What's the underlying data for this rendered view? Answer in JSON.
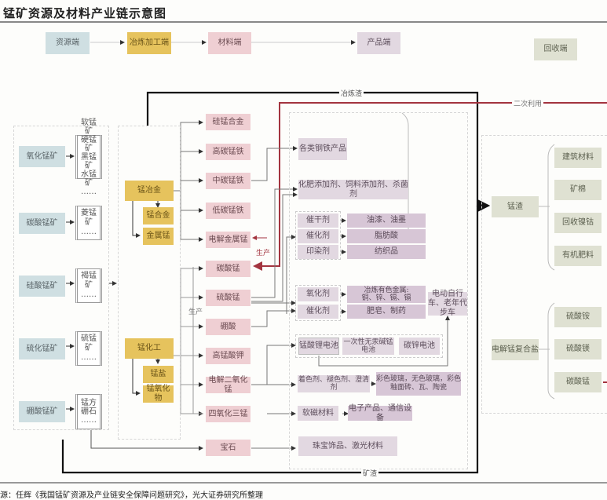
{
  "title": "锰矿资源及材料产业链示意图",
  "source": "源：任辉《我国锰矿资源及产业链安全保障问题研究》，光大证券研究所整理",
  "legend": {
    "resource": "资源端",
    "smelting": "冶炼加工端",
    "material": "材料端",
    "product": "产品端",
    "recycle": "回收端"
  },
  "colors": {
    "resource": "#cfdfe2",
    "smelting": "#e6c35d",
    "material": "#efcfd3",
    "product": "#e2d8e1",
    "recycle": "#dfe1d2",
    "recycle_line": "#a3343f"
  },
  "flow_labels": {
    "smelting_slag": "冶炼渣",
    "secondary_use": "二次利用",
    "ore_slag": "矿渣",
    "produce_1": "生产",
    "produce_2": "生产"
  },
  "ore_types": [
    {
      "name": "氧化锰矿",
      "minerals": [
        "软锰矿",
        "硬锰矿",
        "黑锰矿",
        "水锰矿",
        "……"
      ]
    },
    {
      "name": "碳酸锰矿",
      "minerals": [
        "菱锰矿",
        "……"
      ]
    },
    {
      "name": "硅酸锰矿",
      "minerals": [
        "褐锰矿",
        "……"
      ]
    },
    {
      "name": "硫化锰矿",
      "minerals": [
        "硫锰矿",
        "……"
      ]
    },
    {
      "name": "硼酸锰矿",
      "minerals": [
        "锰方",
        "硼石",
        "……"
      ]
    }
  ],
  "smelting": {
    "metallurgy": {
      "name": "锰冶金",
      "children": [
        "锰合金",
        "金属锰"
      ]
    },
    "chemical": {
      "name": "锰化工",
      "children": [
        "锰盐",
        "锰氧化物"
      ]
    }
  },
  "materials": [
    "硅锰合金",
    "高碳锰铁",
    "中碳锰铁",
    "低碳锰铁",
    "电解金属锰",
    "碳酸锰",
    "硫酸锰",
    "硼酸",
    "高锰酸钾",
    "电解二氧化锰",
    "四氧化三锰",
    "宝石"
  ],
  "products": {
    "steel": "各类钢铁产品",
    "additives": "化肥添加剂、饲料添加剂、杀菌剂",
    "agents1": [
      {
        "agent": "催干剂",
        "use": "油漆、油墨"
      },
      {
        "agent": "催化剂",
        "use": "脂肪酸"
      },
      {
        "agent": "印染剂",
        "use": "纺织品"
      }
    ],
    "agents2": [
      {
        "agent": "氧化剂",
        "use": "冶炼有色金属:\n铜、锌、镉、镉"
      },
      {
        "agent": "催化剂",
        "use": "肥皂、制药"
      }
    ],
    "ebike": "电动自行车、老年代步车",
    "batteries": [
      "锰酸锂电池",
      "一次性无汞碱锰电池",
      "碳锌电池"
    ],
    "glass_agent": "着色剂、褪色剂、澄清剂",
    "glass_use": "彩色玻璃，无色玻璃，彩色釉面砖、瓦、陶瓷",
    "soft_magnetic": "软磁材料",
    "electronics": "电子产品、通信设备",
    "jewelry": "珠宝饰品、激光材料"
  },
  "recycle": {
    "slag": {
      "name": "锰渣",
      "uses": [
        "建筑材料",
        "矿棉",
        "回收镍钴",
        "有机肥料"
      ]
    },
    "salt": {
      "name": "电解锰复合盐",
      "uses": [
        "硫酸铵",
        "硫酸镁",
        "碳酸锰"
      ]
    }
  }
}
